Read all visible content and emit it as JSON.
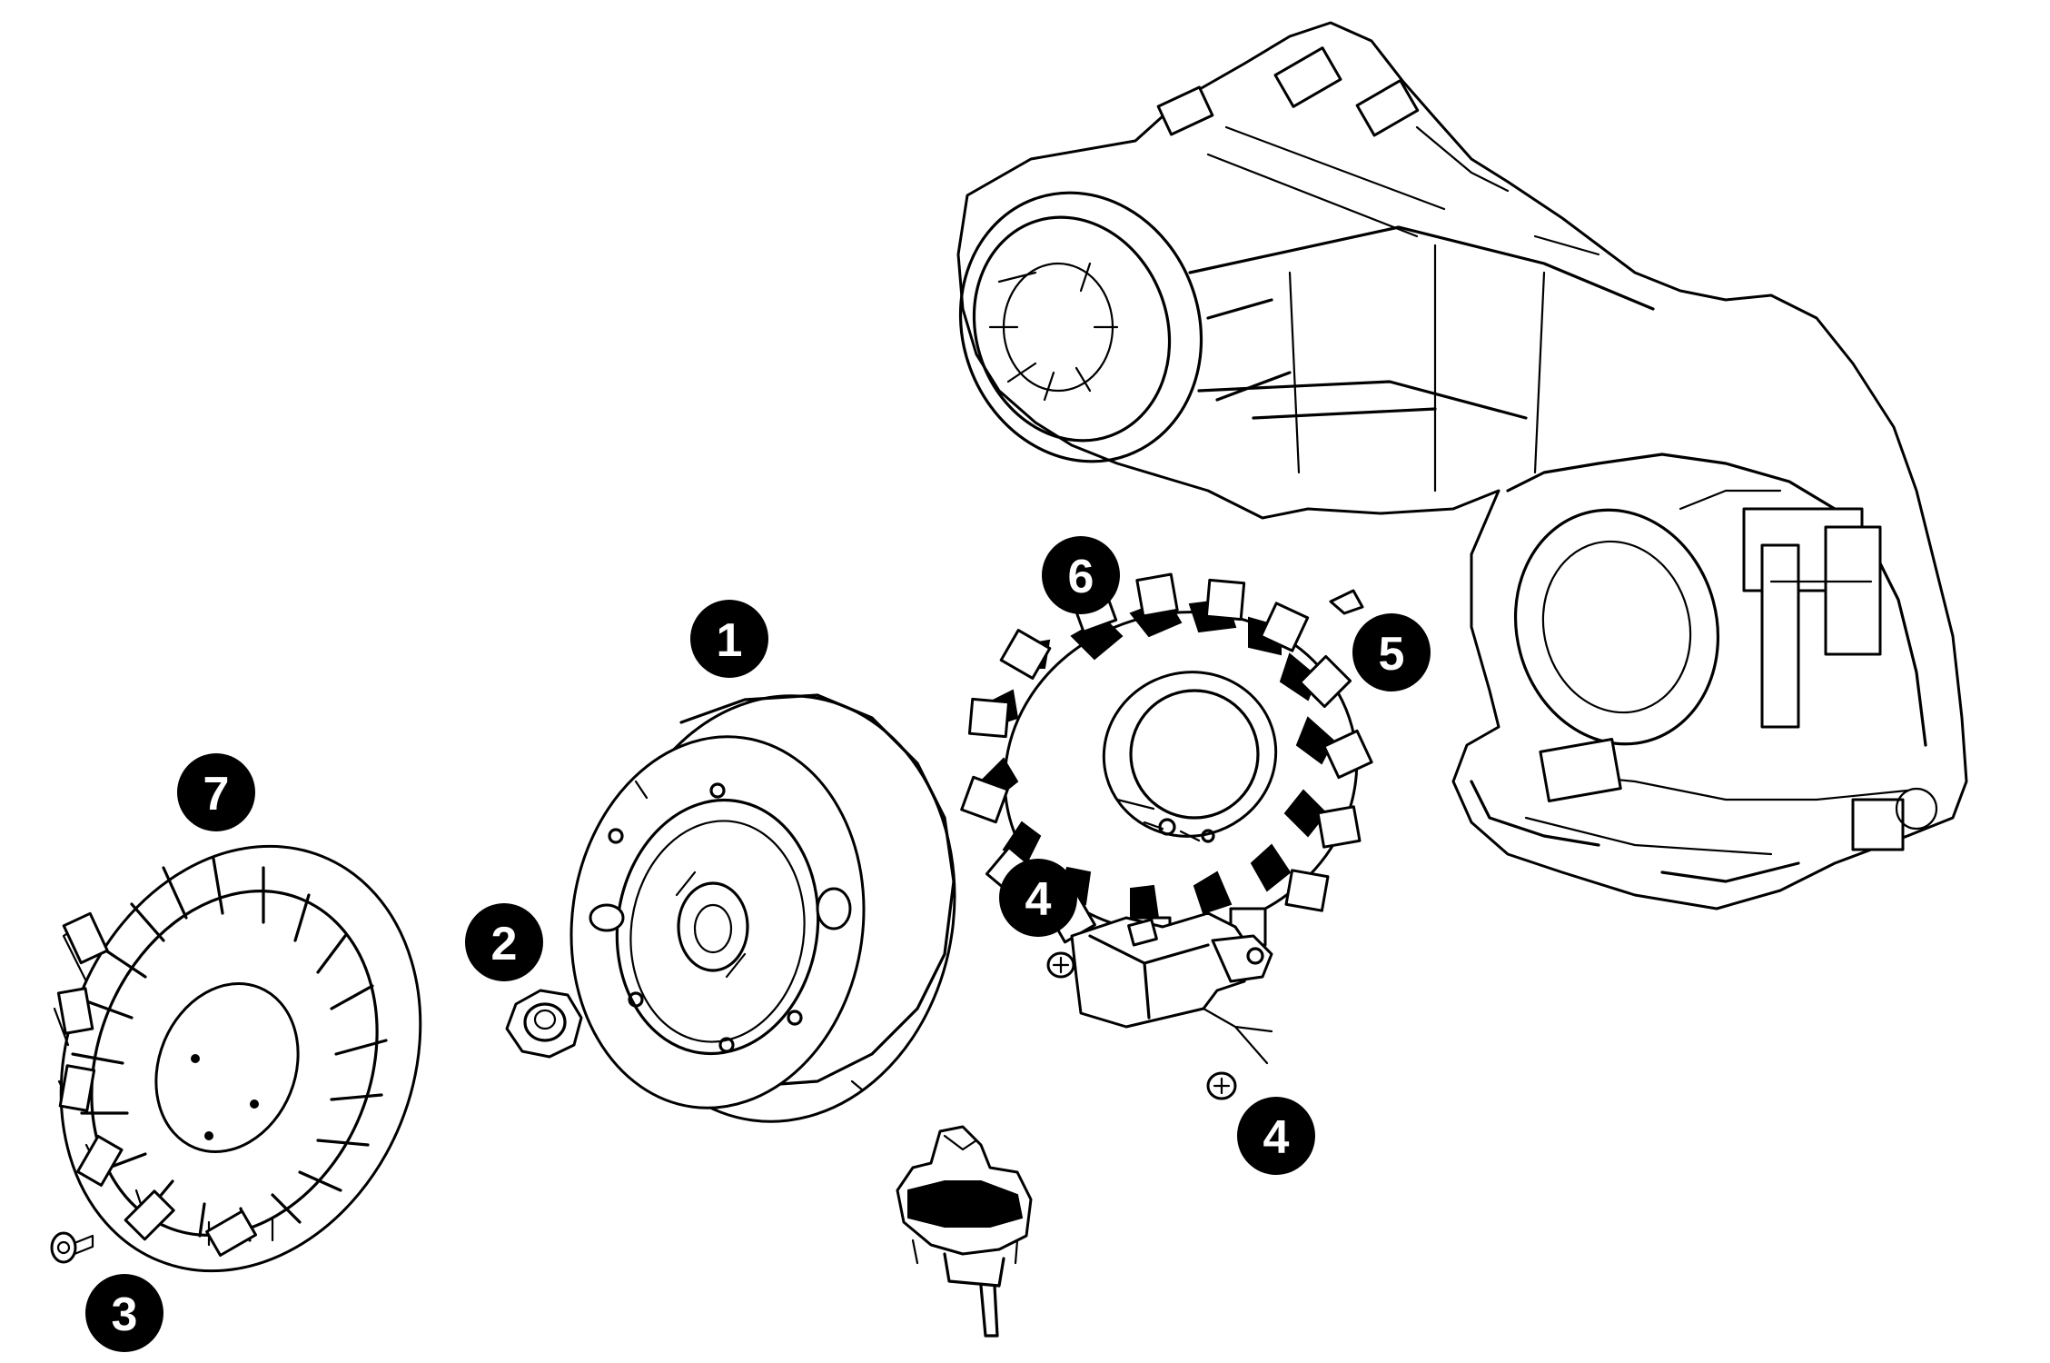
{
  "callouts": {
    "c1": "1",
    "c2": "2",
    "c3": "3",
    "c4a": "4",
    "c4b": "4",
    "c5": "5",
    "c6": "6",
    "c7": "7"
  },
  "colors": {
    "ink": "#000000",
    "paper": "#ffffff"
  }
}
